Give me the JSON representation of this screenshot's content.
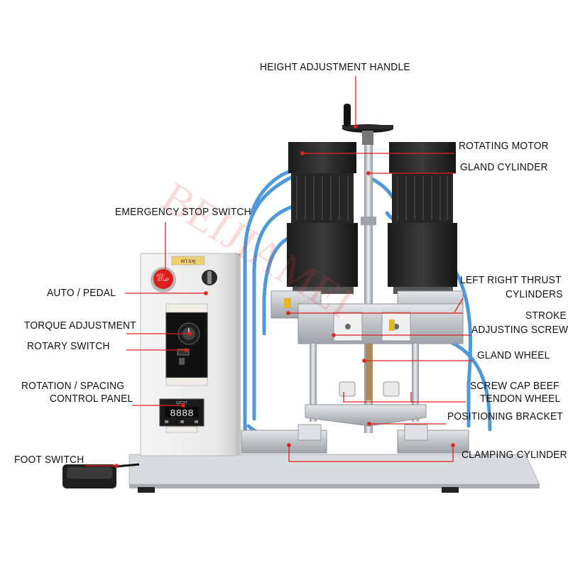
{
  "labels": {
    "height_adjustment_handle": "HEIGHT ADJUSTMENT HANDLE",
    "rotating_motor": "ROTATING MOTOR",
    "gland_cylinder": "GLAND CYLINDER",
    "emergency_stop_switch": "EMERGENCY STOP SWITCH",
    "auto_pedal": "AUTO / PEDAL",
    "left_right_thrust_1": "LEFT RIGHT THRUST",
    "left_right_thrust_2": "CYLINDERS",
    "torque_adjustment": "TORQUE ADJUSTMENT",
    "stroke_1": "STROKE",
    "stroke_2": "ADJUSTING SCREW",
    "rotary_switch": "ROTARY SWITCH",
    "gland_wheel": "GLAND WHEEL",
    "rotation_spacing_1": "ROTATION / SPACING",
    "rotation_spacing_2": "CONTROL PANEL",
    "screw_cap_1": "SCREW CAP BEEF",
    "screw_cap_2": "TENDON WHEEL",
    "positioning_bracket": "POSITIONING BRACKET",
    "foot_switch": "FOOT SWITCH",
    "clamping_cylinder": "CLAMPING CYLINDER"
  },
  "machine_text": {
    "stop_button": "STOP",
    "display_digits": "8888",
    "display_brand": "SZCYT",
    "watermark": "BEIJIAMEI"
  },
  "colors": {
    "leader_line": "#e0201c",
    "label_text": "#111111",
    "motor_body": "#2a2a2a",
    "aluminum": "#c9ccd0",
    "pneumatic_tube": "#3d8fd6",
    "stop_button": "#d81e1e"
  }
}
